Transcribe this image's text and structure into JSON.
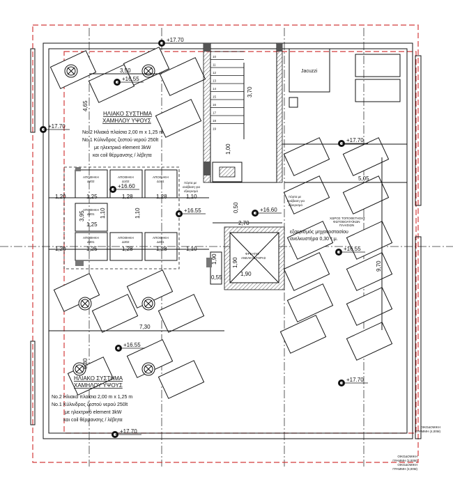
{
  "elevations": {
    "top": "+17.70",
    "left": "+17.70",
    "right_top": "+17.70",
    "right_bottom": "+17.70",
    "bottom": "+17.70",
    "panel_nw": "+16.55",
    "panel_sw": "+16.55",
    "panel_e": "+16.55",
    "storage": "+16.60",
    "corridor": "+16.55",
    "landing": "+16.60"
  },
  "dimensions": {
    "d350": "3,50",
    "d465": "4,65",
    "d505": "5,05",
    "d970": "9,70",
    "d730": "7,30",
    "d680": "6,80",
    "d120a": "1,20",
    "d120b": "1,20",
    "d395": "3,95",
    "d110a": "1,10",
    "d110b": "1,10",
    "d110c": "1,10",
    "d110d": "1,10",
    "d125a": "1,25",
    "d125b": "1,25",
    "d125c": "1,25",
    "d128a": "1,28",
    "d128b": "1,28",
    "d128c": "1,28",
    "d128d": "1,28",
    "d270": "2,70",
    "d190a": "1,90",
    "d190b": "1,90",
    "d190c": "1,90",
    "d055": "0,55",
    "d100": "1,00",
    "d050": "0,50",
    "d370": "3,70"
  },
  "solar_north": {
    "title1": "ΗΛΙΑΚΟ ΣΥΣΤΗΜΑ",
    "title2": "ΧΑΜΗΛΟΥ ΥΨΟΥΣ",
    "line1": "No.2 Ηλιακά πλαίσια 2,00 m x 1,25 m",
    "line2": "No.1 Κύλινδρος  ζεστού νερού 250lt",
    "line3": "με ηλεκτρικό element 3kW",
    "line4": "και coil θέρμανσης / λέβητα"
  },
  "solar_south": {
    "title1": "ΗΛΙΑΚΟ ΣΥΣΤΗΜΑ",
    "title2": "ΧΑΜΗΛΟΥ ΥΨΟΥΣ",
    "line1": "No.2 Ηλιακά πλαίσια 2,00 m x 1,25 m",
    "line2": "No.1 Κύλινδρος  ζεστού νερού 250lt",
    "line3": "με ηλεκτρικό element 3kW",
    "line4": "και coil θέρμανσης / λέβητα"
  },
  "storage": [
    {
      "label": "ΑΠΟΘΗΚΗ",
      "code": "Δ202"
    },
    {
      "label": "ΑΠΟΘΗΚΗ",
      "code": "Δ102"
    },
    {
      "label": "ΑΠΟΘΗΚΗ",
      "code": "Δ101"
    },
    {
      "label": "ΑΠΟΘΗΚΗ",
      "code": "Δ201"
    },
    {
      "label": "ΑΠΟΘΗΚΗ",
      "code": "Δ301"
    },
    {
      "label": "ΑΠΟΘΗΚΗ",
      "code": "Δ302"
    },
    {
      "label": "ΑΠΟΘΗΚΗ",
      "code": "Δ401"
    }
  ],
  "pv_area": {
    "line1": "ΧΩΡΟΣ ΤΟΠΟΘΕΤΗΣΗΣ",
    "line2": "ΦΩΤΟΒΟΛΤΑΪΚΩΝ",
    "line3": "ΠΛΑΙΣΙΩΝ"
  },
  "lift_note": {
    "line1": "εξαερισμός μηχανοστασίου",
    "line2": "ανελκυστήρα 0,30 τ.μ."
  },
  "lift_shaft": {
    "line1": "ΦΡΕΑΤΙΟ",
    "line2": "ΑΝΕΛΚΥΣΤΗΡΑΣ"
  },
  "door_note": {
    "line1": "πόρτα με",
    "line2": "ανάβαση για",
    "line3": "εξαερισμό"
  },
  "jacuzzi": "Jacuzzi",
  "stairs": [
    "10",
    "11",
    "12",
    "13",
    "14",
    "15",
    "16",
    "17",
    "18",
    "19"
  ],
  "building_line": {
    "a1": "ΟΙΚΟΔΟΜΙΚΗ",
    "a2": "ΓΡΑΜΜΗ (3,00Μ)",
    "b1": "ΟΙΚΟΔΟΜΙΚΗ",
    "b2": "ΓΡΑΜΜΗ (3,00Μ)",
    "c1": "ΟΙΚΟΔΟΜΙΚΗ",
    "c2": "ΓΡΑΜΜΗ (4,00Μ)"
  }
}
